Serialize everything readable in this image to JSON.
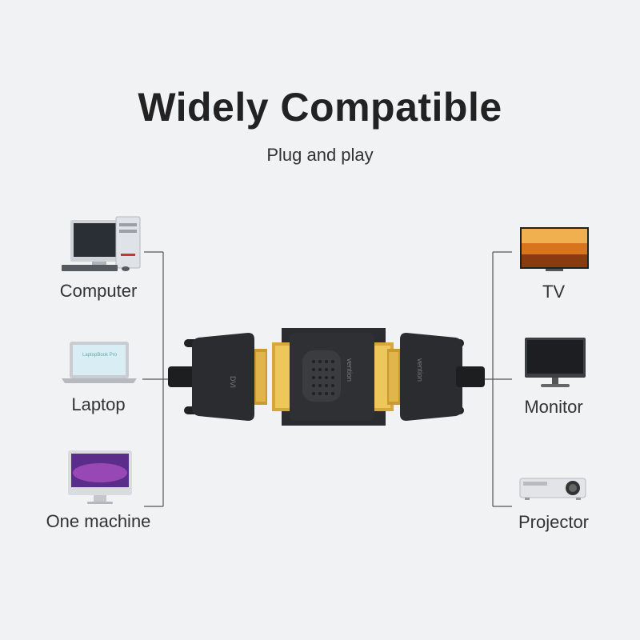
{
  "heading": {
    "title": "Widely Compatible",
    "subtitle": "Plug and play"
  },
  "left_devices": [
    {
      "label": "Computer",
      "icon": "desktop-computer-icon"
    },
    {
      "label": "Laptop",
      "icon": "laptop-icon"
    },
    {
      "label": "One machine",
      "icon": "all-in-one-icon"
    }
  ],
  "right_devices": [
    {
      "label": "TV",
      "icon": "tv-icon"
    },
    {
      "label": "Monitor",
      "icon": "monitor-icon"
    },
    {
      "label": "Projector",
      "icon": "projector-icon"
    }
  ],
  "product": {
    "brand_text": "vention",
    "port_text": "DVI",
    "laptop_screen_text": "LaptopBook Pro"
  },
  "colors": {
    "background": "#f1f2f4",
    "connector_body": "#2a2c2f",
    "gold_pins": "#d4a93a",
    "lines": "#555555"
  }
}
